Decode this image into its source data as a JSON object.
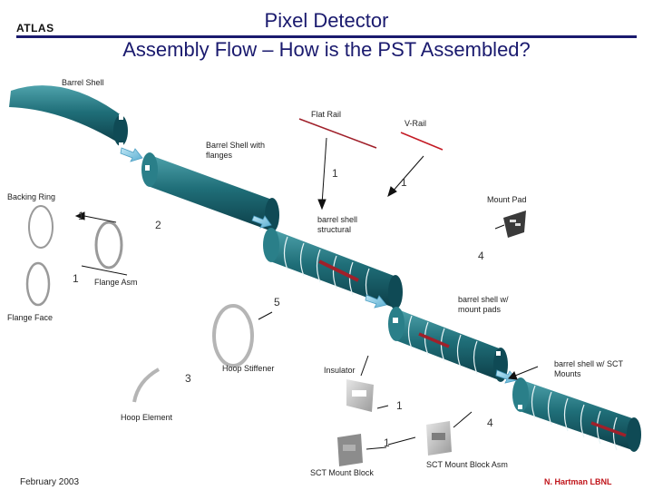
{
  "header": {
    "logo_text": "ATLAS",
    "title_line1": "Pixel Detector",
    "title_line2": "Assembly Flow – How is the PST Assembled?"
  },
  "labels": {
    "barrel_shell": "Barrel Shell",
    "flat_rail": "Flat Rail",
    "v_rail": "V-Rail",
    "barrel_shell_flanges": "Barrel Shell with flanges",
    "backing_ring": "Backing Ring",
    "mount_pad": "Mount Pad",
    "barrel_shell_structural": "barrel shell structural",
    "flange_asm": "Flange Asm",
    "barrel_shell_mount_pads": "barrel shell w/ mount pads",
    "flange_face": "Flange Face",
    "hoop_stiffener": "Hoop Stiffener",
    "insulator": "Insulator",
    "barrel_shell_sct_mounts": "barrel shell w/ SCT Mounts",
    "hoop_element": "Hoop Element",
    "sct_mount_block": "SCT Mount Block",
    "sct_mount_block_asm": "SCT Mount Block Asm"
  },
  "quantities": {
    "flat_rail": "1",
    "v_rail": "1",
    "backing_ring": "1",
    "flange_pair": "2",
    "mount_pad": "4",
    "flange_face": "1",
    "flange_asm": "5",
    "hoop_element": "3",
    "insulator": "1",
    "sct_mount_block": "1",
    "sct_mount_block_asm": "4"
  },
  "footer": {
    "date": "February 2003",
    "author": "N. Hartman LBNL"
  },
  "colors": {
    "title": "#1a1a6e",
    "shell": "#1f6e78",
    "shell_dark": "#0f4a55",
    "rail": "#a0202a",
    "arrow": "#7ec8e3",
    "author": "#c0151b"
  }
}
